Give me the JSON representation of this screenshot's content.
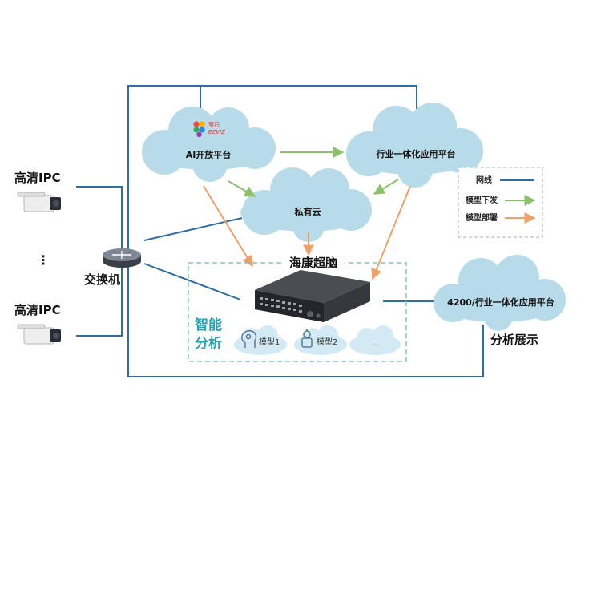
{
  "colors": {
    "network": "#2f6ea5",
    "model_push": "#8dc06a",
    "model_deploy": "#f0a06a",
    "cloud": "#b8dbea",
    "dashed": "#7fc2cf",
    "teal_text": "#2aa3b5"
  },
  "left": {
    "ipc_top_label": "高清IPC",
    "ellipsis": "⋮",
    "ipc_bottom_label": "高清IPC",
    "switch_label": "交换机"
  },
  "clouds": {
    "ai_platform": {
      "logo_cn": "萤石",
      "logo_en": "EZVIZ",
      "label": "AI开放平台"
    },
    "industry_platform": {
      "label": "行业一体化应用平台"
    },
    "private_cloud": {
      "label": "私有云"
    },
    "analysis_platform": {
      "label": "4200/行业一体化应用平台"
    }
  },
  "legend": {
    "items": [
      {
        "label": "网线"
      },
      {
        "label": "模型下发"
      },
      {
        "label": "模型部署"
      }
    ]
  },
  "brain": {
    "title": "海康超脑",
    "smart_line1": "智能",
    "smart_line2": "分析",
    "models": [
      {
        "label": "模型1"
      },
      {
        "label": "模型2"
      },
      {
        "label": "..."
      }
    ]
  },
  "right": {
    "display_label": "分析展示"
  }
}
